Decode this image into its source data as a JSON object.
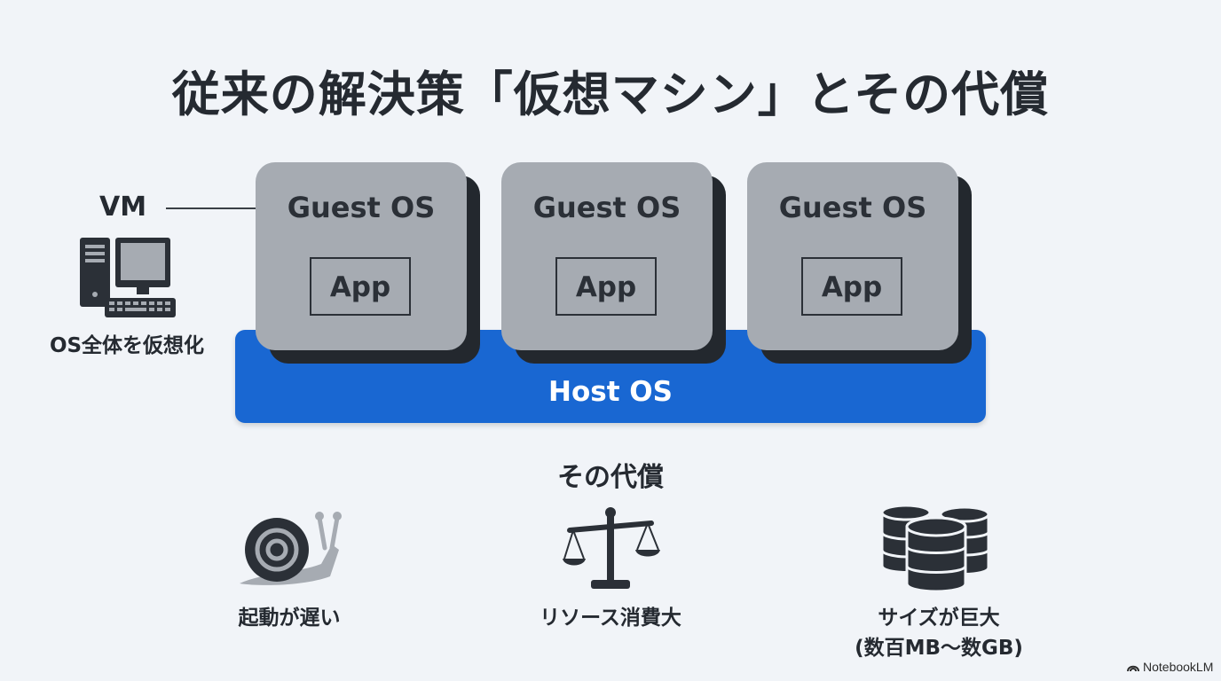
{
  "title": "従来の解決策「仮想マシン」とその代償",
  "vm_side": {
    "label": "VM",
    "caption": "OS全体を仮想化",
    "icon": "computer-icon"
  },
  "host_os": {
    "label": "Host OS",
    "color": "#1967d2"
  },
  "guests": [
    {
      "os_label": "Guest OS",
      "app_label": "App"
    },
    {
      "os_label": "Guest OS",
      "app_label": "App"
    },
    {
      "os_label": "Guest OS",
      "app_label": "App"
    }
  ],
  "costs": {
    "heading": "その代償",
    "items": [
      {
        "label": "起動が遅い",
        "icon": "snail-icon"
      },
      {
        "label": "リソース消費大",
        "icon": "balance-scale-icon"
      },
      {
        "label_line1": "サイズが巨大",
        "label_line2": "(数百MB〜数GB)",
        "icon": "database-icon"
      }
    ]
  },
  "brand": {
    "label": "NotebookLM",
    "icon": "notebooklm-logo-icon"
  }
}
